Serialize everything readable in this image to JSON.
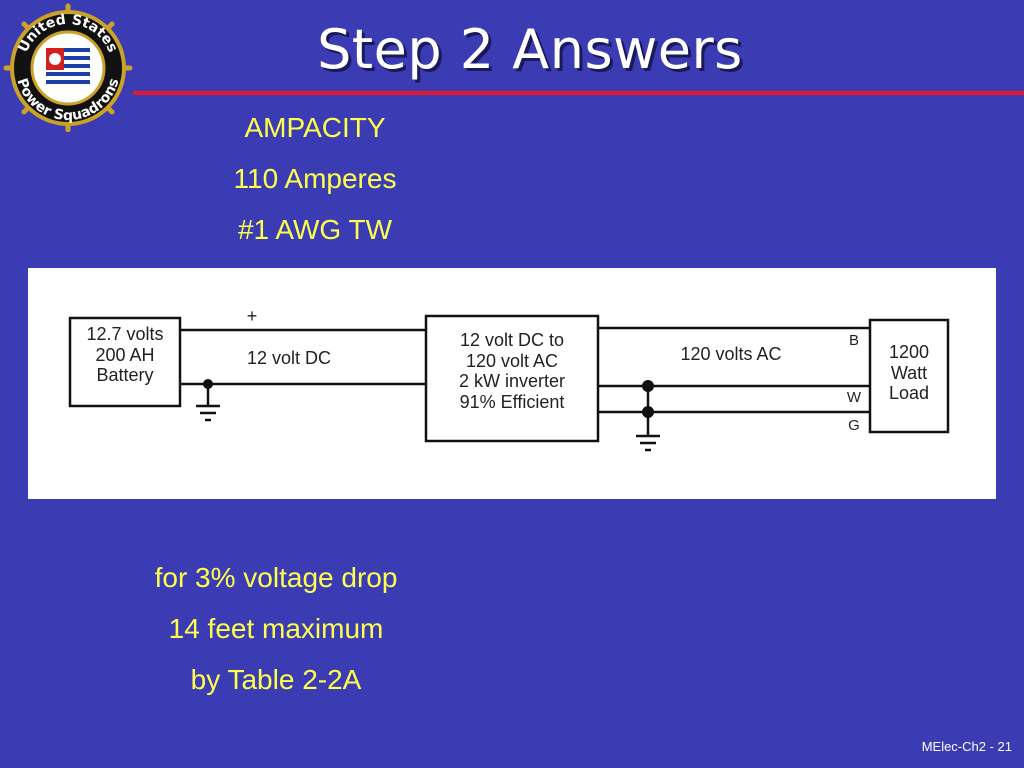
{
  "slide": {
    "title": "Step 2 Answers",
    "logo_text_top": "United States",
    "logo_text_bottom": "Power Squadrons",
    "footer": "MElec-Ch2 - 21"
  },
  "ampacity": {
    "heading": "AMPACITY",
    "amps": "110 Amperes",
    "wire": "#1 AWG TW"
  },
  "voltage_drop": {
    "line1": "for 3% voltage drop",
    "line2": "14 feet maximum",
    "line3": "by Table 2-2A"
  },
  "diagram": {
    "battery_line1": "12.7 volts",
    "battery_line2": "200 AH",
    "battery_line3": "Battery",
    "plus_label": "+",
    "dc_label": "12 volt DC",
    "inverter_line1": "12 volt DC to",
    "inverter_line2": "120 volt AC",
    "inverter_line3": "2 kW inverter",
    "inverter_line4": "91% Efficient",
    "ac_label": "120 volts AC",
    "b_label": "B",
    "w_label": "W",
    "g_label": "G",
    "load_line1": "1200",
    "load_line2": "Watt",
    "load_line3": "Load"
  },
  "colors": {
    "background": "#3b3bb3",
    "accent_text": "#ffff4d",
    "rule": "#e2182c"
  }
}
